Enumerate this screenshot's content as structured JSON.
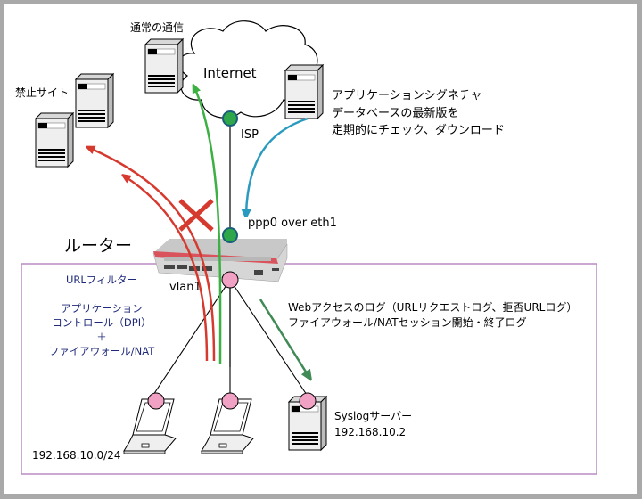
{
  "diagram": {
    "title_router": "ルーター",
    "cloud_label": "Internet",
    "labels": {
      "normal_traffic": "通常の通信",
      "blocked_sites": "禁止サイト",
      "isp": "ISP",
      "ppp0": "ppp0 over eth1",
      "vlan1": "vlan1",
      "signature_note": [
        "アプリケーションシグネチャ",
        "データベースの最新版を",
        "定期的にチェック、ダウンロード"
      ],
      "features": {
        "url_filter": "URLフィルター",
        "app_control_1": "アプリケーション",
        "app_control_2": "コントロール（DPI）",
        "plus": "＋",
        "firewall_nat": "ファイアウォール/NAT"
      },
      "log_note": [
        "Webアクセスのログ（URLリクエストログ、拒否URLログ）",
        "ファイアウォール/NATセッション開始・終了ログ"
      ],
      "subnet": "192.168.10.0/24",
      "syslog_name": "Syslogサーバー",
      "syslog_ip": "192.168.10.2"
    },
    "colors": {
      "blocked_arrow": "#d63a2f",
      "allowed_arrow": "#3cb043",
      "download_arrow": "#2a9bbf",
      "log_arrow": "#3f8a55",
      "lan_border": "#b98cc4",
      "wan_node": "#2ea64a",
      "lan_node": "#f1a2c4",
      "feature_text": "#1f2a7a"
    }
  }
}
